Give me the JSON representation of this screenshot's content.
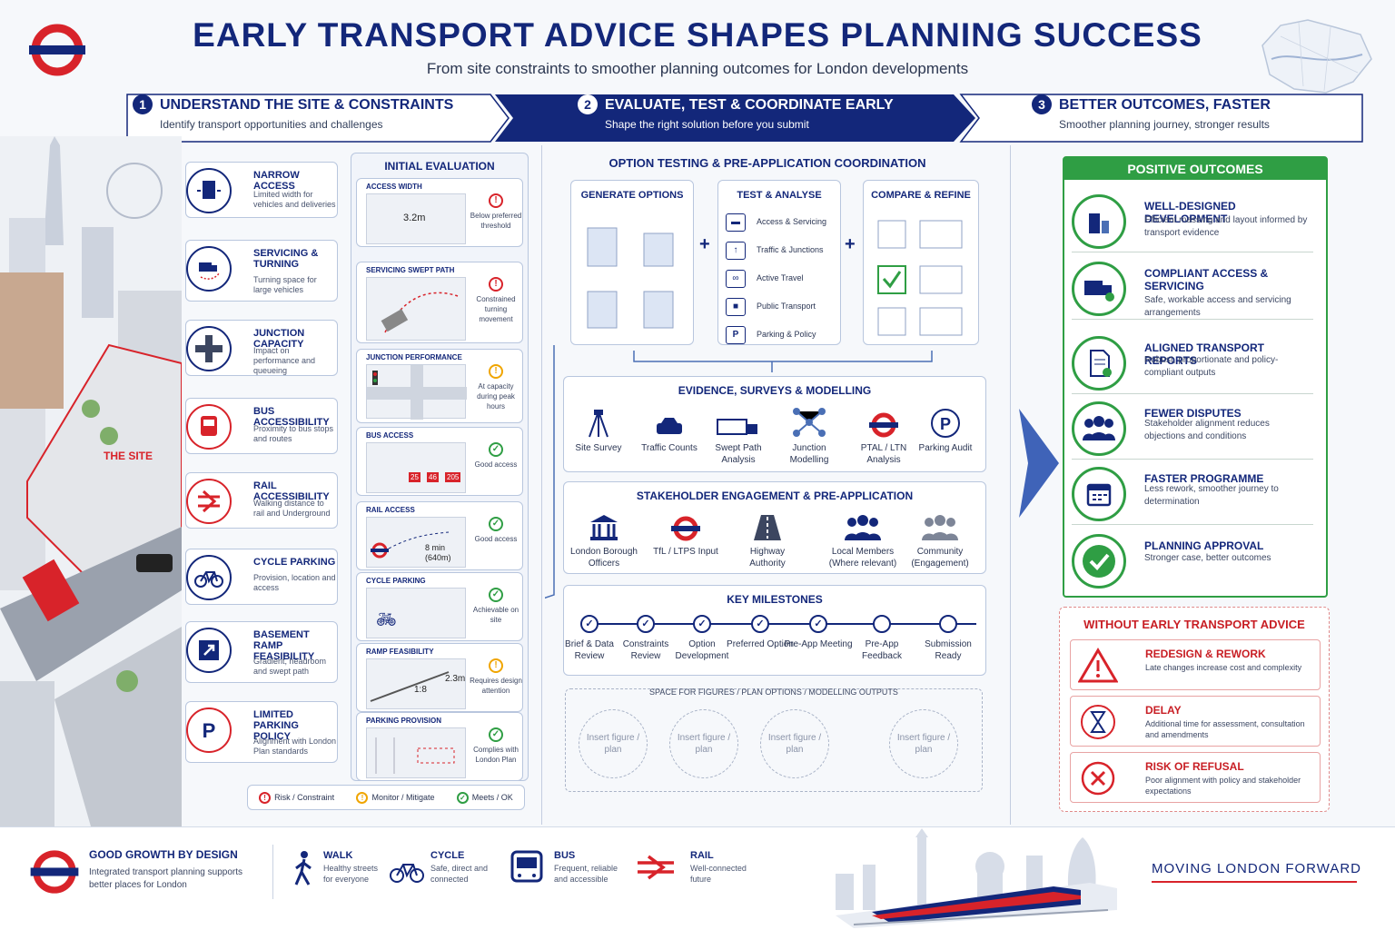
{
  "header": {
    "title": "EARLY TRANSPORT ADVICE SHAPES PLANNING SUCCESS",
    "subtitle": "From site constraints to smoother planning outcomes for London developments"
  },
  "steps": [
    {
      "num": "1",
      "title": "UNDERSTAND THE SITE & CONSTRAINTS",
      "sub": "Identify transport opportunities and challenges"
    },
    {
      "num": "2",
      "title": "EVALUATE, TEST & COORDINATE EARLY",
      "sub": "Shape the right solution before you submit"
    },
    {
      "num": "3",
      "title": "BETTER OUTCOMES, FASTER",
      "sub": "Smoother planning journey, stronger results"
    }
  ],
  "site": {
    "label": "THE SITE"
  },
  "constraints": [
    {
      "title": "NARROW ACCESS",
      "desc": "Limited width for vehicles and deliveries",
      "icon": "truck-icon"
    },
    {
      "title": "SERVICING & TURNING",
      "desc": "Turning space for large vehicles",
      "icon": "turning-truck-icon"
    },
    {
      "title": "JUNCTION CAPACITY",
      "desc": "Impact on performance and queueing",
      "icon": "junction-icon"
    },
    {
      "title": "BUS ACCESSIBILITY",
      "desc": "Proximity to bus stops and routes",
      "icon": "bus-icon"
    },
    {
      "title": "RAIL ACCESSIBILITY",
      "desc": "Walking distance to rail and Underground",
      "icon": "rail-icon"
    },
    {
      "title": "CYCLE PARKING",
      "desc": "Provision, location and access",
      "icon": "bicycle-icon"
    },
    {
      "title": "BASEMENT RAMP FEASIBILITY",
      "desc": "Gradient, headroom and swept path",
      "icon": "ramp-icon"
    },
    {
      "title": "LIMITED PARKING POLICY",
      "desc": "Alignment with London Plan standards",
      "icon": "parking-icon"
    }
  ],
  "evaluation": {
    "title": "INITIAL EVALUATION",
    "items": [
      {
        "label": "ACCESS WIDTH",
        "measure": "3.2m",
        "status": "risk",
        "text": "Below preferred threshold"
      },
      {
        "label": "SERVICING SWEPT PATH",
        "status": "risk",
        "text": "Constrained turning movement"
      },
      {
        "label": "JUNCTION PERFORMANCE",
        "status": "monitor",
        "text": "At capacity during peak hours"
      },
      {
        "label": "BUS ACCESS",
        "routes": [
          "25",
          "46",
          "205"
        ],
        "status": "ok",
        "text": "Good access"
      },
      {
        "label": "RAIL ACCESS",
        "measure": "8 min (640m)",
        "status": "ok",
        "text": "Good access"
      },
      {
        "label": "CYCLE PARKING",
        "status": "ok",
        "text": "Achievable on site"
      },
      {
        "label": "RAMP FEASIBILITY",
        "measure": "1:8",
        "measure2": "2.3m",
        "status": "monitor",
        "text": "Requires design attention"
      },
      {
        "label": "PARKING PROVISION",
        "status": "ok",
        "text": "Complies with London Plan"
      }
    ]
  },
  "legend": {
    "risk": "Risk / Constraint",
    "monitor": "Monitor / Mitigate",
    "ok": "Meets / OK"
  },
  "options": {
    "title": "OPTION TESTING & PRE-APPLICATION COORDINATION",
    "generate": "GENERATE OPTIONS",
    "test": "TEST & ANALYSE",
    "compare": "COMPARE & REFINE",
    "test_items": [
      "Access & Servicing",
      "Traffic & Junctions",
      "Active Travel",
      "Public Transport",
      "Parking & Policy"
    ]
  },
  "evidence": {
    "title": "EVIDENCE, SURVEYS & MODELLING",
    "items": [
      "Site Survey",
      "Traffic Counts",
      "Swept Path Analysis",
      "Junction Modelling",
      "PTAL / LTN Analysis",
      "Parking Audit"
    ]
  },
  "stakeholder": {
    "title": "STAKEHOLDER ENGAGEMENT & PRE-APPLICATION",
    "items": [
      "London Borough Officers",
      "TfL / LTPS Input",
      "Highway Authority",
      "Local Members (Where relevant)",
      "Community (Engagement)"
    ]
  },
  "milestones": {
    "title": "KEY MILESTONES",
    "items": [
      "Brief & Data Review",
      "Constraints Review",
      "Option Development",
      "Preferred Option",
      "Pre-App Meeting",
      "Pre-App Feedback",
      "Submission Ready"
    ]
  },
  "figures": {
    "title": "SPACE FOR FIGURES / PLAN OPTIONS / MODELLING OUTPUTS",
    "placeholder": "Insert figure / plan"
  },
  "positive": {
    "title": "POSITIVE OUTCOMES",
    "items": [
      {
        "title": "WELL-DESIGNED DEVELOPMENT",
        "desc": "Efficient massing and layout informed by transport evidence"
      },
      {
        "title": "COMPLIANT ACCESS & SERVICING",
        "desc": "Safe, workable access and servicing arrangements"
      },
      {
        "title": "ALIGNED TRANSPORT REPORTS",
        "desc": "Robust, proportionate and policy-compliant outputs"
      },
      {
        "title": "FEWER DISPUTES",
        "desc": "Stakeholder alignment reduces objections and conditions"
      },
      {
        "title": "FASTER PROGRAMME",
        "desc": "Less rework, smoother journey to determination"
      },
      {
        "title": "PLANNING APPROVAL",
        "desc": "Stronger case, better outcomes"
      }
    ]
  },
  "negative": {
    "title": "WITHOUT EARLY TRANSPORT ADVICE",
    "items": [
      {
        "title": "REDESIGN & REWORK",
        "desc": "Late changes increase cost and complexity"
      },
      {
        "title": "DELAY",
        "desc": "Additional time for assessment, consultation and amendments"
      },
      {
        "title": "RISK OF REFUSAL",
        "desc": "Poor alignment with policy and stakeholder expectations"
      }
    ]
  },
  "footer": {
    "growth_title": "GOOD GROWTH BY DESIGN",
    "growth_desc": "Integrated transport planning supports better places for London",
    "modes": [
      {
        "title": "WALK",
        "desc": "Healthy streets for everyone"
      },
      {
        "title": "CYCLE",
        "desc": "Safe, direct and connected"
      },
      {
        "title": "BUS",
        "desc": "Frequent, reliable and accessible"
      },
      {
        "title": "RAIL",
        "desc": "Well-connected future"
      }
    ],
    "tagline": "MOVING LONDON FORWARD"
  },
  "colors": {
    "navy": "#13277a",
    "red": "#d8232a",
    "green": "#2f9e44",
    "amber": "#f0a500"
  }
}
